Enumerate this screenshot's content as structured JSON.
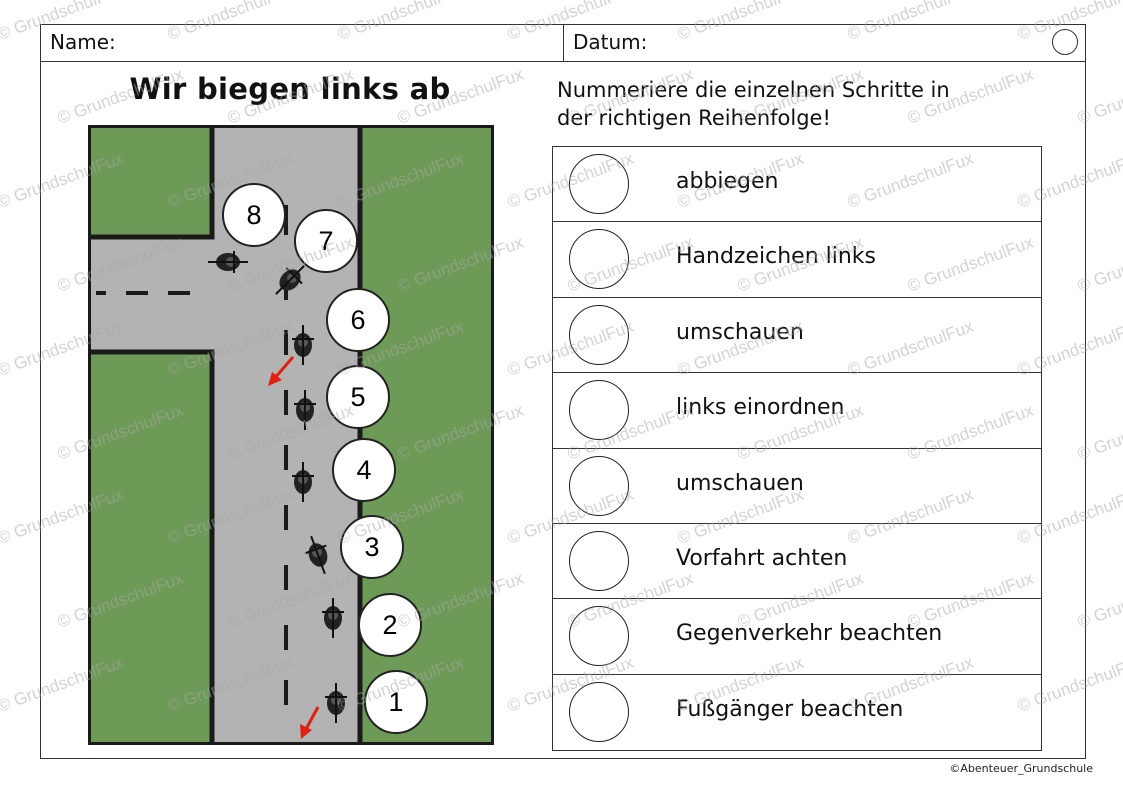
{
  "header": {
    "name_label": "Name:",
    "date_label": "Datum:"
  },
  "title": "Wir biegen links ab",
  "instruction": {
    "line1": "Nummeriere die einzelnen Schritte in",
    "line2": "der richtigen Reihenfolge!"
  },
  "map": {
    "numbers": [
      "8",
      "7",
      "6",
      "5",
      "4",
      "3",
      "2",
      "1"
    ],
    "colors": {
      "grass": "#6e9a57",
      "road": "#b3b3b3",
      "arrow": "#e02010"
    }
  },
  "steps": [
    {
      "text": "abbiegen"
    },
    {
      "text": "Handzeichen links"
    },
    {
      "text": "umschauen"
    },
    {
      "text": "links einordnen"
    },
    {
      "text": "umschauen"
    },
    {
      "text": "Vorfahrt achten"
    },
    {
      "text": "Gegenverkehr beachten"
    },
    {
      "text": "Fußgänger beachten"
    }
  ],
  "watermark": {
    "text": "© GrundschulFux"
  },
  "footer": {
    "copyright": "©Abenteuer_Grundschule"
  }
}
